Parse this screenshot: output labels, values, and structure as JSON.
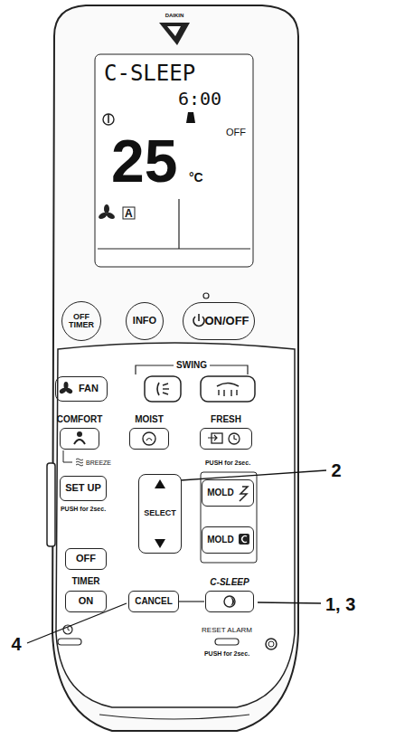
{
  "diagram": {
    "nodes": [
      {
        "text": [
          "C-SLEEP",
          "6:00",
          "OFF",
          "25",
          "°C",
          "A"
        ]
      },
      {
        "text": [
          "OFF TIMER"
        ]
      },
      {
        "text": [
          "INFO"
        ]
      },
      {
        "text": [
          "ON/OFF"
        ]
      },
      {
        "text": [
          "FAN"
        ]
      },
      {
        "text": [
          "COMFORT"
        ]
      },
      {
        "text": [
          "MOIST"
        ]
      },
      {
        "text": [
          "FRESH"
        ]
      },
      {
        "text": [
          "SET UP",
          "PUSH for 2sec."
        ]
      },
      {
        "text": [
          "SELECT"
        ]
      },
      {
        "text": [
          "MOLD"
        ]
      },
      {
        "text": [
          "MOLD"
        ]
      },
      {
        "text": [
          "OFF"
        ]
      },
      {
        "text": [
          "ON"
        ]
      },
      {
        "text": [
          "CANCEL"
        ]
      },
      {
        "text": [
          "C-SLEEP"
        ]
      }
    ],
    "labels": [
      "DAIKIN",
      "SWING",
      "BREEZE",
      "PUSH for 2sec.",
      "TIMER",
      "RESET ALARM",
      "PUSH for 2sec.",
      "2",
      "1, 3",
      "4"
    ]
  }
}
